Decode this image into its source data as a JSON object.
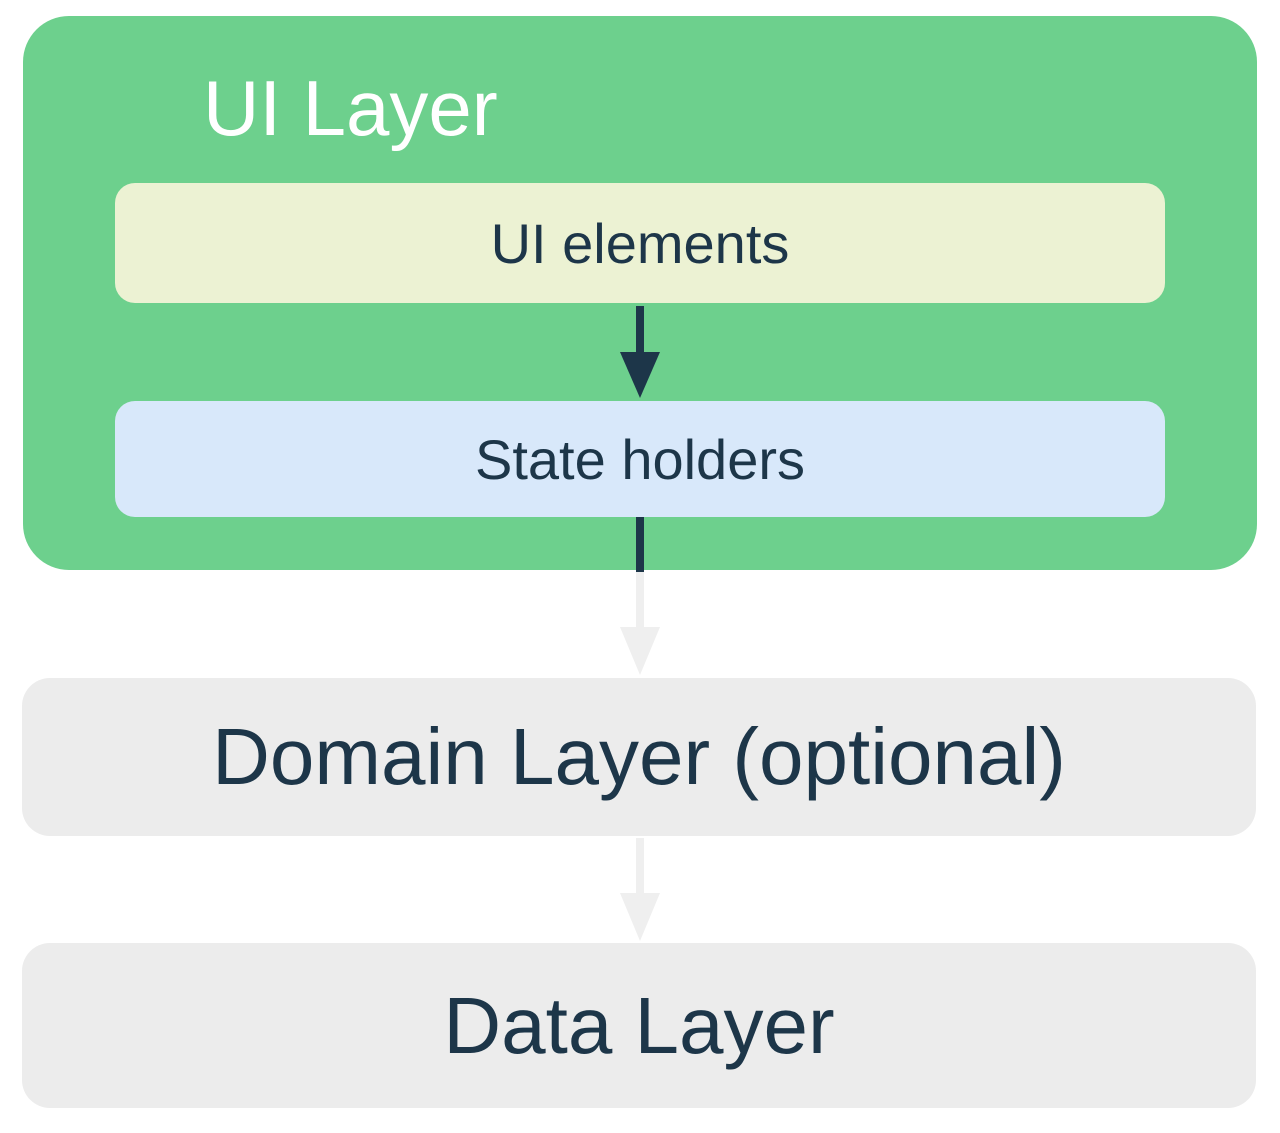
{
  "colors": {
    "green": "#6dd08d",
    "cream": "#ecf2d3",
    "blue": "#d8e8fa",
    "gray": "#ececec",
    "arrow_gray": "#efefef",
    "navy": "#1d3649",
    "white": "#ffffff"
  },
  "diagram": {
    "type": "architecture-layers",
    "ui_layer": {
      "title": "UI Layer",
      "children": [
        {
          "id": "ui-elements",
          "label": "UI elements"
        },
        {
          "id": "state-holders",
          "label": "State holders"
        }
      ]
    },
    "domain_layer": {
      "title": "Domain Layer (optional)"
    },
    "data_layer": {
      "title": "Data Layer"
    },
    "edges": [
      {
        "from": "ui-elements",
        "to": "state-holders",
        "style": "dark-solid-arrow"
      },
      {
        "from": "state-holders",
        "to": "domain-layer",
        "style": "dark-then-light-arrow"
      },
      {
        "from": "domain-layer",
        "to": "data-layer",
        "style": "light-arrow"
      }
    ]
  }
}
